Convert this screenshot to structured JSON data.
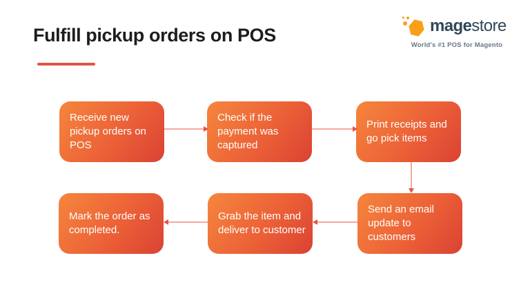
{
  "header": {
    "title": "Fulfill pickup orders on POS",
    "underline_color": "#e05544"
  },
  "logo": {
    "brand_bold": "mage",
    "brand_light": "store",
    "tagline": "World's #1 POS for Magento",
    "mark_color": "#f9a01b",
    "text_color": "#32475a",
    "tagline_color": "#64778a"
  },
  "flow": {
    "box_gradient_start": "#f5863d",
    "box_gradient_end": "#da4233",
    "arrow_line_color": "#f4a89f",
    "arrowhead_color": "#e15545",
    "nodes": [
      {
        "id": 1,
        "label": "Receive new\npickup orders on\nPOS"
      },
      {
        "id": 2,
        "label": "Check if the\npayment was\ncaptured"
      },
      {
        "id": 3,
        "label": "Print receipts and\ngo pick items"
      },
      {
        "id": 4,
        "label": "Send an email\nupdate to\ncustomers"
      },
      {
        "id": 5,
        "label": "Grab the item and\ndeliver to customer"
      },
      {
        "id": 6,
        "label": "Mark the order as\ncompleted."
      }
    ],
    "edges": [
      {
        "from": 1,
        "to": 2,
        "direction": "right"
      },
      {
        "from": 2,
        "to": 3,
        "direction": "right"
      },
      {
        "from": 3,
        "to": 4,
        "direction": "down"
      },
      {
        "from": 4,
        "to": 5,
        "direction": "left"
      },
      {
        "from": 5,
        "to": 6,
        "direction": "left"
      }
    ]
  }
}
